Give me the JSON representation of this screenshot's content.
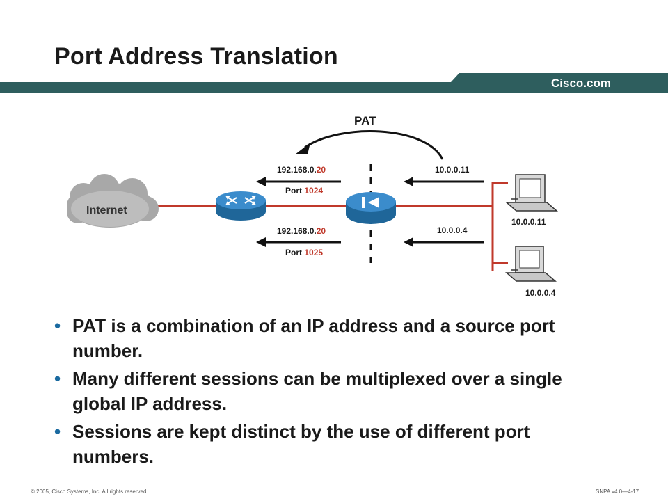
{
  "slide": {
    "title": "Port Address Translation",
    "brand": "Cisco.com",
    "colors": {
      "header_bar": "#2e5e5e",
      "link": "#c0392b",
      "device": "#2a7ab8",
      "highlight": "#c0392b"
    }
  },
  "diagram": {
    "pat_label": "PAT",
    "internet_label": "Internet",
    "outside": [
      {
        "ip_prefix": "192.168.0.",
        "ip_suffix": "20",
        "port_prefix": "Port ",
        "port_num": "1024"
      },
      {
        "ip_prefix": "192.168.0.",
        "ip_suffix": "20",
        "port_prefix": "Port ",
        "port_num": "1025"
      }
    ],
    "inside": [
      "10.0.0.11",
      "10.0.0.4"
    ],
    "hosts": [
      {
        "label": "10.0.0.11",
        "icon": "computer-icon"
      },
      {
        "label": "10.0.0.4",
        "icon": "computer-icon"
      }
    ],
    "devices": {
      "router_icon": "router-icon",
      "pat_device_icon": "pat-device-icon",
      "cloud_icon": "cloud-icon"
    }
  },
  "bullets": [
    "PAT is a combination of an IP address and a source port number.",
    "Many different sessions can be multiplexed over a single global IP address.",
    "Sessions are kept distinct by the use of different port numbers."
  ],
  "footer": {
    "left": "© 2005, Cisco Systems, Inc. All rights reserved.",
    "right": "SNPA v4.0—4-17"
  }
}
